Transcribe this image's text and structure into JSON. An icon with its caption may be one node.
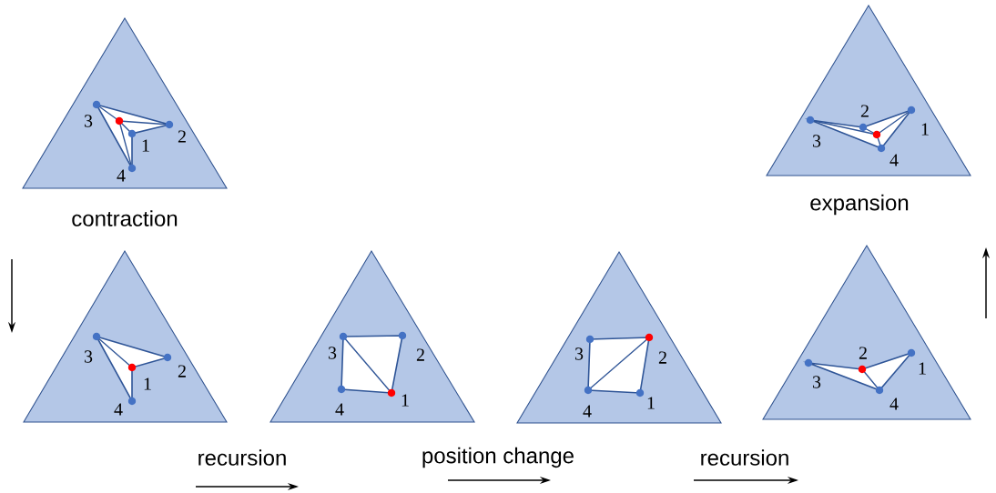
{
  "diagram": {
    "nodes": [
      {
        "text": [
          "3",
          "2",
          "1",
          "4"
        ],
        "beside": [
          "contraction"
        ]
      },
      {
        "text": [
          "2",
          "1",
          "3",
          "4"
        ],
        "beside": [
          "expansion"
        ]
      },
      {
        "text": [
          "3",
          "2",
          "1",
          "4"
        ]
      },
      {
        "text": [
          "3",
          "2",
          "1",
          "4"
        ]
      },
      {
        "text": [
          "3",
          "2",
          "1",
          "4"
        ]
      },
      {
        "text": [
          "2",
          "1",
          "3",
          "4"
        ]
      }
    ],
    "labels": [
      "recursion",
      "position change",
      "recursion"
    ]
  }
}
